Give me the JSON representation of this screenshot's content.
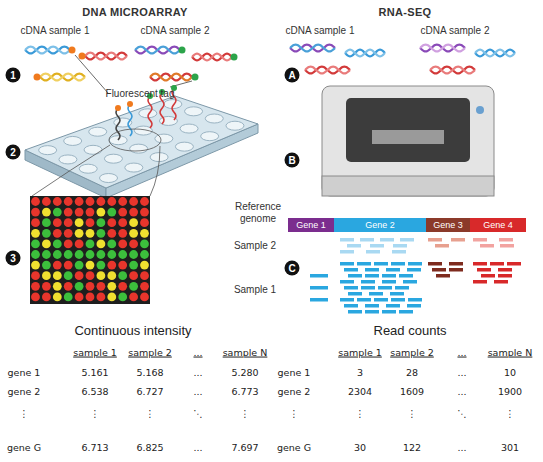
{
  "diagram": {
    "nodes": [
      {
        "text": [
          "Gene 1"
        ]
      },
      {
        "text": [
          "Gene 2"
        ]
      },
      {
        "text": [
          "Gene 3"
        ]
      },
      {
        "text": [
          "Gene 4"
        ]
      }
    ],
    "labels": [
      "DNA MICROARRAY",
      "RNA-SEQ",
      "cDNA sample 1",
      "cDNA sample 2",
      "cDNA sample 1",
      "cDNA sample 2",
      "1",
      "Fluorescent tag",
      "A",
      "2",
      "B",
      "Reference genome",
      "Sample 2",
      "3",
      "C",
      "Sample 1",
      "Continuous intensity",
      "sample 1",
      "sample 2",
      "...",
      "sample N",
      "gene 1",
      "5.161",
      "5.168",
      "...",
      "5.280",
      "gene 2",
      "6.538",
      "6.727",
      "...",
      "6.773",
      "⋮",
      "⋮",
      "⋮",
      "⋱",
      "⋮",
      "gene G",
      "6.713",
      "6.825",
      "...",
      "7.697",
      "Read counts",
      "sample 1",
      "sample 2",
      "...",
      "sample N",
      "gene 1",
      "3",
      "28",
      "...",
      "10",
      "gene 2",
      "2304",
      "1609",
      "...",
      "1900",
      "⋮",
      "⋮",
      "⋮",
      "⋱",
      "⋮",
      "gene G",
      "30",
      "122",
      "...",
      "301"
    ]
  }
}
